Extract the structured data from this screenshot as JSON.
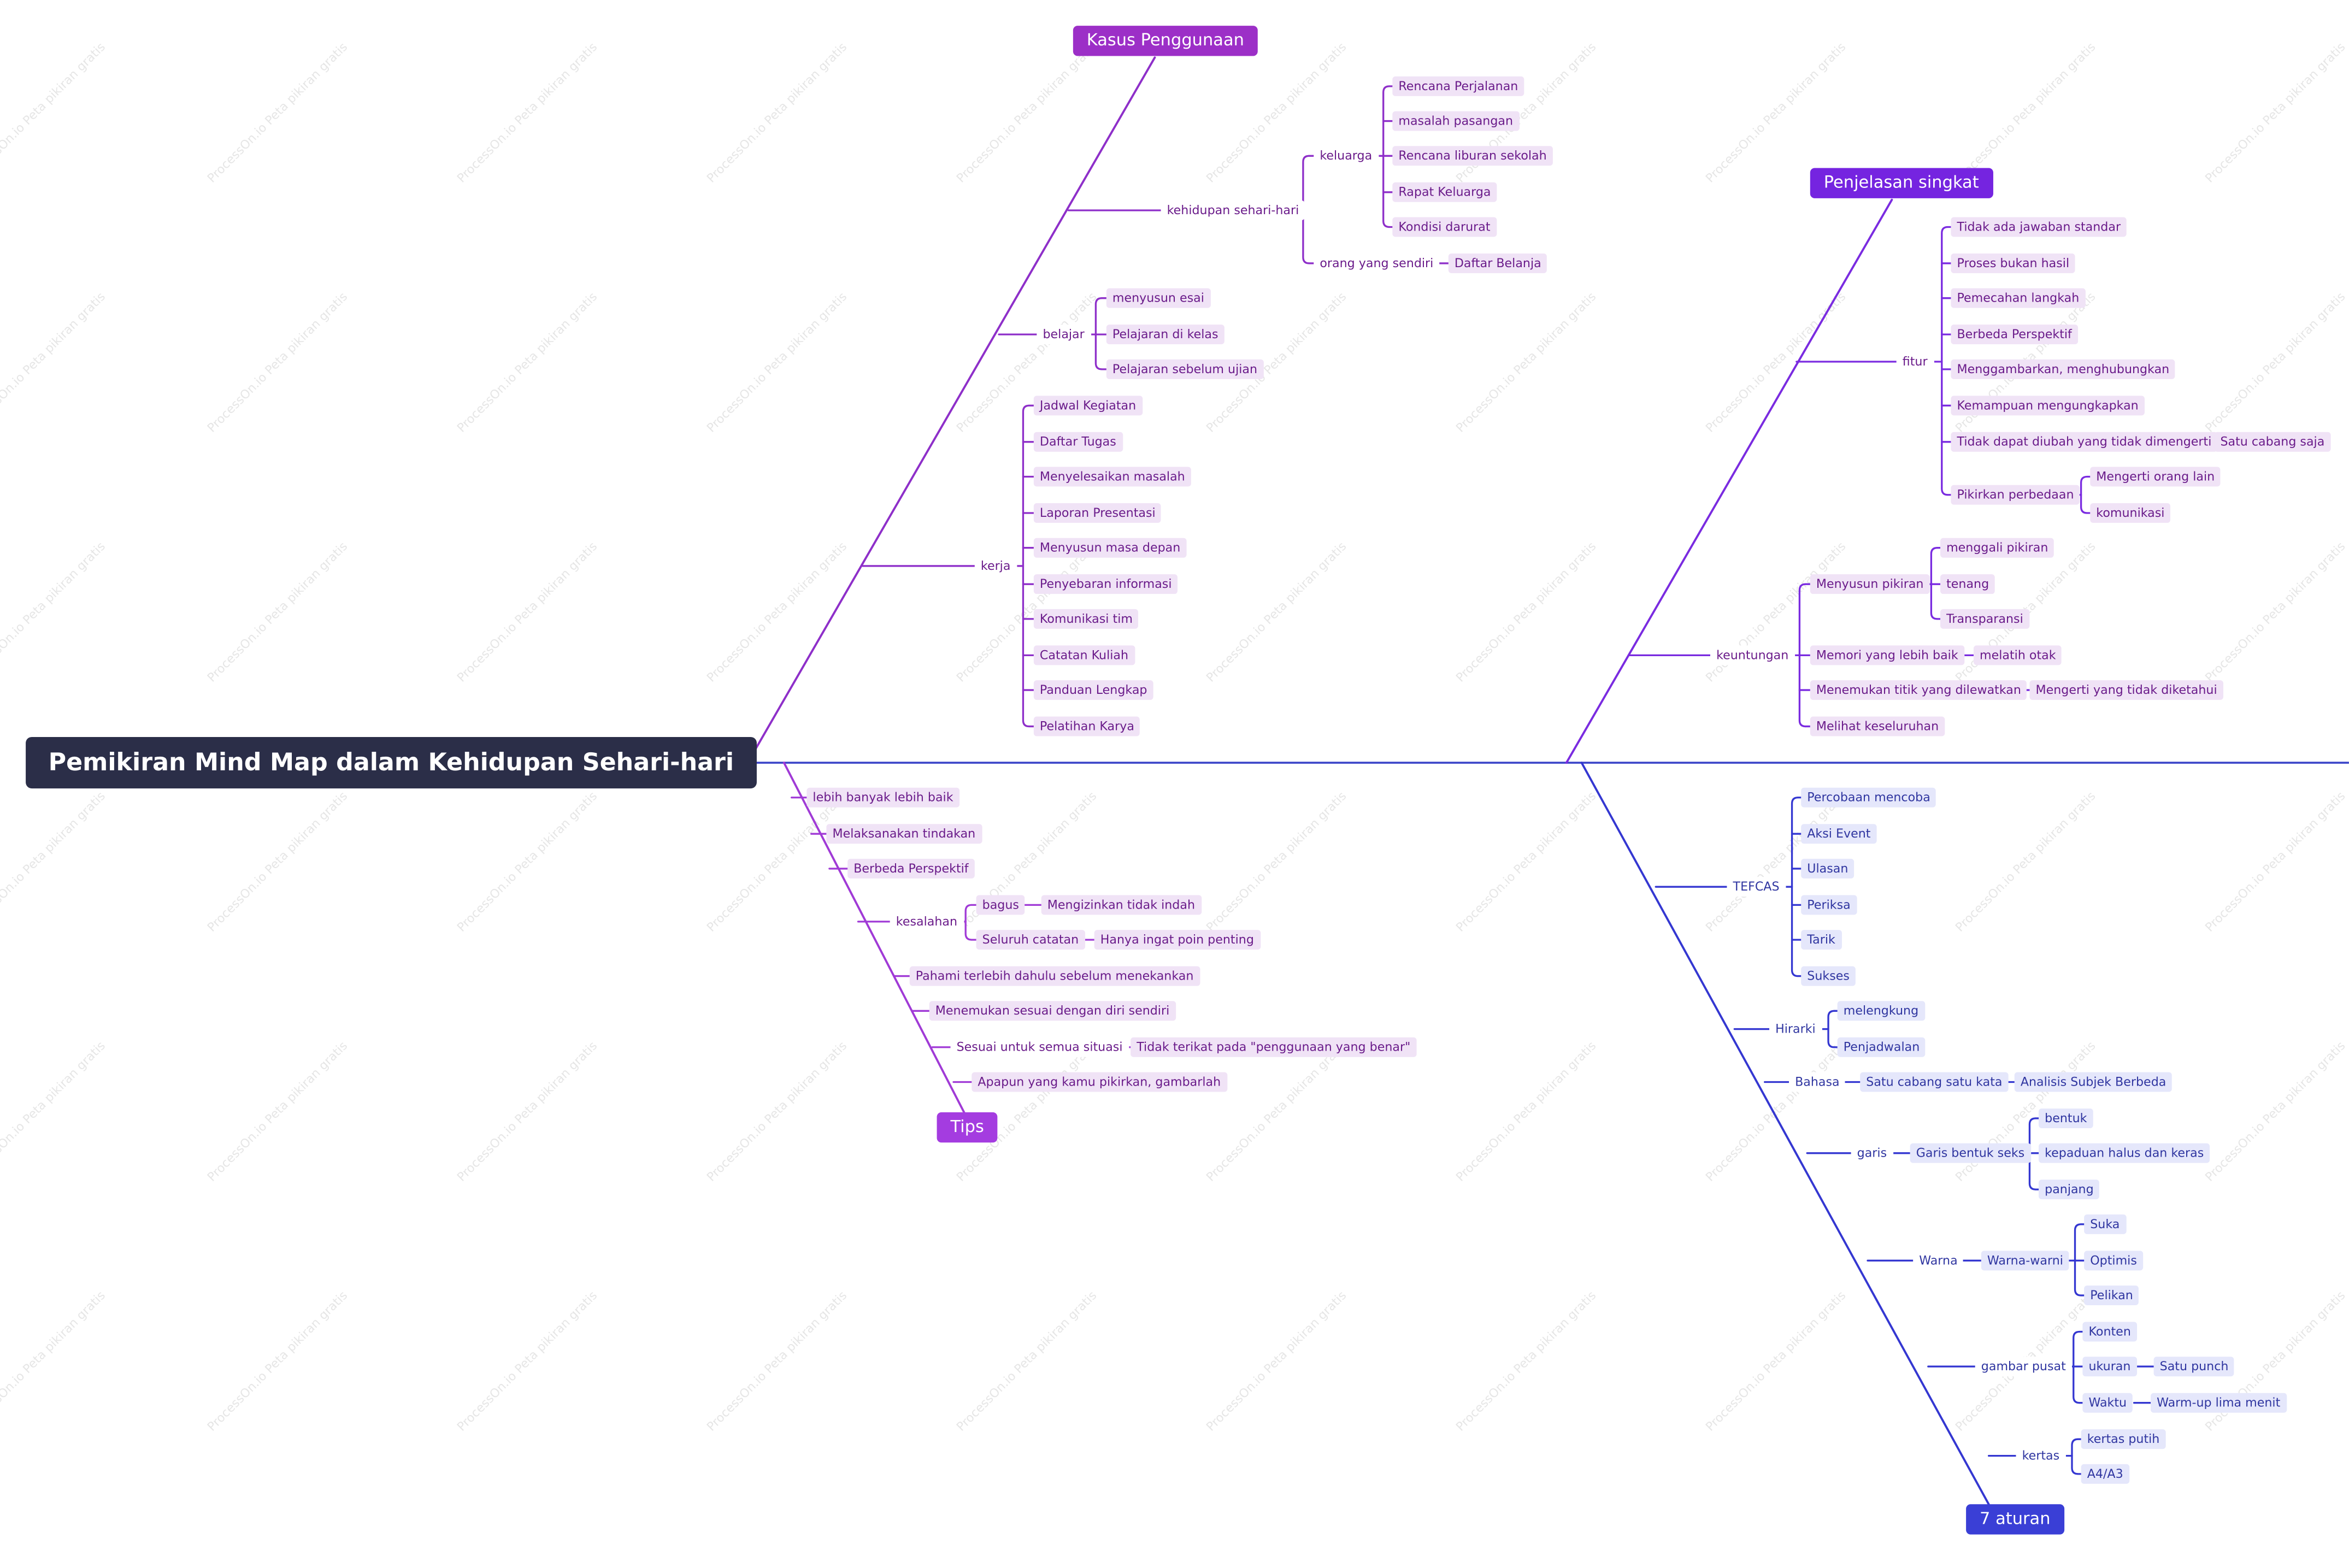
{
  "title": "Pemikiran Mind Map dalam Kehidupan Sehari-hari",
  "watermark": "ProcessOn.io Peta pikiran gratis",
  "colors": {
    "purple": "#8e2fc9",
    "violet": "#7a2be0",
    "blue": "#3437d1",
    "magenta": "#a03ad6"
  },
  "branches": {
    "kasus": "Kasus Penggunaan",
    "penjelasan": "Penjelasan singkat",
    "tips": "Tips",
    "aturan": "7 aturan"
  },
  "kasus": {
    "kehidupan": "kehidupan sehari-hari",
    "keluarga": "keluarga",
    "keluarga_items": [
      "Rencana Perjalanan",
      "masalah pasangan",
      "Rencana liburan sekolah",
      "Rapat Keluarga",
      "Kondisi darurat"
    ],
    "sendiri": "orang yang sendiri",
    "belanja": "Daftar Belanja",
    "belajar": "belajar",
    "belajar_items": [
      "menyusun esai",
      "Pelajaran di kelas",
      "Pelajaran sebelum ujian"
    ],
    "kerja": "kerja",
    "kerja_items": [
      "Jadwal Kegiatan",
      "Daftar Tugas",
      "Menyelesaikan masalah",
      "Laporan Presentasi",
      "Menyusun masa depan",
      "Penyebaran informasi",
      "Komunikasi tim",
      "Catatan Kuliah",
      "Panduan Lengkap",
      "Pelatihan Karya"
    ]
  },
  "tips": {
    "t1": "lebih banyak lebih baik",
    "t2": "Melaksanakan tindakan",
    "t3": "Berbeda Perspektif",
    "kesalahan": "kesalahan",
    "bagus": "bagus",
    "bagus_child": "Mengizinkan tidak indah",
    "seluruh": "Seluruh catatan",
    "seluruh_child": "Hanya ingat poin penting",
    "t5": "Pahami terlebih dahulu sebelum menekankan",
    "t6": "Menemukan sesuai dengan diri sendiri",
    "t7": "Sesuai untuk semua situasi",
    "t7_child": "Tidak terikat pada \"penggunaan yang benar\"",
    "t8": "Apapun yang kamu pikirkan, gambarlah"
  },
  "penjelasan": {
    "fitur": "fitur",
    "fitur_items": [
      "Tidak ada jawaban standar",
      "Proses bukan hasil",
      "Pemecahan langkah",
      "Berbeda Perspektif",
      "Menggambarkan, menghubungkan",
      "Kemampuan mengungkapkan",
      "Tidak dapat diubah yang tidak dimengerti",
      "Pikirkan perbedaan"
    ],
    "satu_cabang": "Satu cabang saja",
    "perbedaan_items": [
      "Mengerti orang lain",
      "komunikasi"
    ],
    "keuntungan": "keuntungan",
    "menyusun": "Menyusun pikiran",
    "menyusun_items": [
      "menggali pikiran",
      "tenang",
      "Transparansi"
    ],
    "memori": "Memori yang lebih baik",
    "melatih": "melatih otak",
    "menemukan": "Menemukan titik yang dilewatkan",
    "mengerti": "Mengerti yang tidak diketahui",
    "melihat": "Melihat keseluruhan"
  },
  "aturan": {
    "tefcas": "TEFCAS",
    "tefcas_items": [
      "Percobaan mencoba",
      "Aksi Event",
      "Ulasan",
      "Periksa",
      "Tarik",
      "Sukses"
    ],
    "hirarki": "Hirarki",
    "hirarki_items": [
      "melengkung",
      "Penjadwalan"
    ],
    "bahasa": "Bahasa",
    "satu_kata": "Satu cabang satu kata",
    "analisis": "Analisis Subjek Berbeda",
    "garis": "garis",
    "garis_seks": "Garis bentuk seks",
    "garis_items": [
      "bentuk",
      "kepaduan halus dan keras",
      "panjang"
    ],
    "warna": "Warna",
    "warna_warni": "Warna-warni",
    "warna_items": [
      "Suka",
      "Optimis",
      "Pelikan"
    ],
    "gambar": "gambar pusat",
    "konten": "Konten",
    "ukuran": "ukuran",
    "punch": "Satu punch",
    "waktu": "Waktu",
    "warmup": "Warm-up lima menit",
    "kertas": "kertas",
    "kertas_items": [
      "kertas putih",
      "A4/A3"
    ]
  }
}
